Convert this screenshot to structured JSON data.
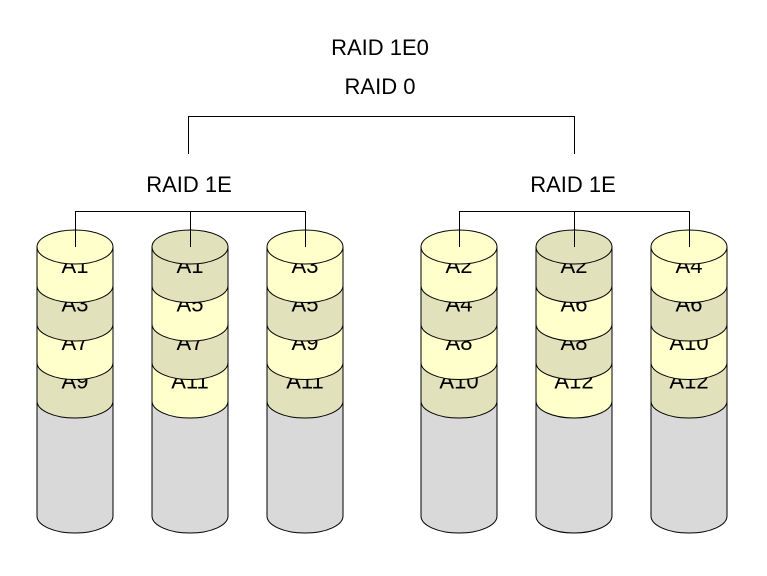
{
  "title": {
    "line1": "RAID 1E0",
    "line2": "RAID 0"
  },
  "colors": {
    "light": "#FFFFCC",
    "dark": "#E1E1BC",
    "empty": "#D9D9D9",
    "line": "#000000"
  },
  "groups": [
    {
      "label": "RAID 1E",
      "disks": [
        {
          "blocks": [
            {
              "label": "A1",
              "shade": "light"
            },
            {
              "label": "A3",
              "shade": "dark"
            },
            {
              "label": "A7",
              "shade": "light"
            },
            {
              "label": "A9",
              "shade": "dark"
            }
          ]
        },
        {
          "blocks": [
            {
              "label": "A1",
              "shade": "dark"
            },
            {
              "label": "A5",
              "shade": "light"
            },
            {
              "label": "A7",
              "shade": "dark"
            },
            {
              "label": "A11",
              "shade": "light"
            }
          ]
        },
        {
          "blocks": [
            {
              "label": "A3",
              "shade": "light"
            },
            {
              "label": "A5",
              "shade": "dark"
            },
            {
              "label": "A9",
              "shade": "light"
            },
            {
              "label": "A11",
              "shade": "dark"
            }
          ]
        }
      ]
    },
    {
      "label": "RAID 1E",
      "disks": [
        {
          "blocks": [
            {
              "label": "A2",
              "shade": "light"
            },
            {
              "label": "A4",
              "shade": "dark"
            },
            {
              "label": "A8",
              "shade": "light"
            },
            {
              "label": "A10",
              "shade": "dark"
            }
          ]
        },
        {
          "blocks": [
            {
              "label": "A2",
              "shade": "dark"
            },
            {
              "label": "A6",
              "shade": "light"
            },
            {
              "label": "A8",
              "shade": "dark"
            },
            {
              "label": "A12",
              "shade": "light"
            }
          ]
        },
        {
          "blocks": [
            {
              "label": "A4",
              "shade": "light"
            },
            {
              "label": "A6",
              "shade": "dark"
            },
            {
              "label": "A10",
              "shade": "light"
            },
            {
              "label": "A12",
              "shade": "dark"
            }
          ]
        }
      ]
    }
  ]
}
